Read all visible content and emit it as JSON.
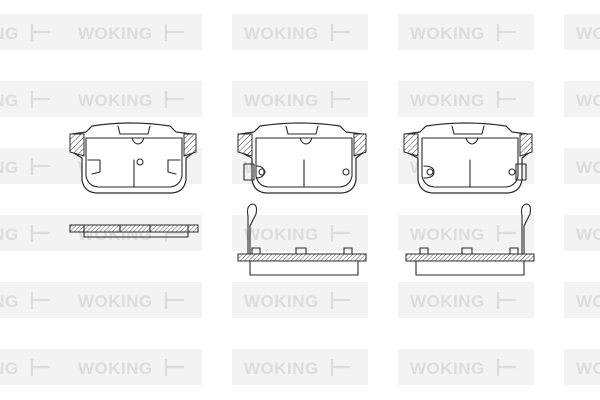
{
  "watermark": {
    "brand": "WOKING",
    "color": "#dcdcdc",
    "tile_color": "#f3f3f3",
    "rows": 6
  },
  "drawing": {
    "line_color": "#2a2a2a",
    "views": [
      {
        "name": "pad-front-plain",
        "type": "front"
      },
      {
        "name": "pad-front-with-sensor",
        "type": "front"
      },
      {
        "name": "pad-front-with-sensor-2",
        "type": "front"
      },
      {
        "name": "pad-side-plain",
        "type": "side"
      },
      {
        "name": "pad-side-with-clip",
        "type": "side"
      },
      {
        "name": "pad-side-with-clip-2",
        "type": "side"
      }
    ]
  }
}
